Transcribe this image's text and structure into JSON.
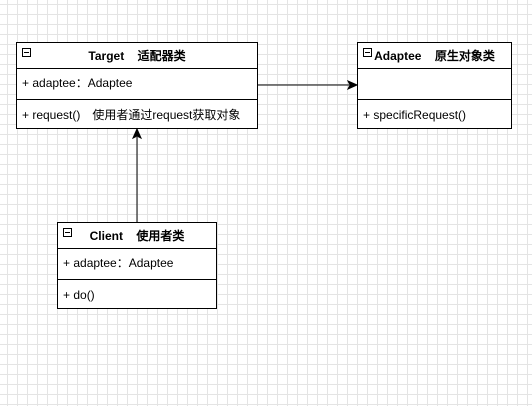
{
  "classes": {
    "target": {
      "name": "Target",
      "subtitle": "适配器类",
      "attribute": "+ adaptee：Adaptee",
      "operation": "+ request()",
      "operation_note": "使用者通过request获取对象"
    },
    "adaptee": {
      "name": "Adaptee",
      "subtitle": "原生对象类",
      "attribute": "",
      "operation": "+ specificRequest()"
    },
    "client": {
      "name": "Client",
      "subtitle": "使用者类",
      "attribute": "+ adaptee：Adaptee",
      "operation": "+ do()"
    }
  },
  "relations": [
    {
      "from": "target",
      "to": "adaptee",
      "kind": "association-arrow"
    },
    {
      "from": "client",
      "to": "target",
      "kind": "association-arrow"
    }
  ]
}
